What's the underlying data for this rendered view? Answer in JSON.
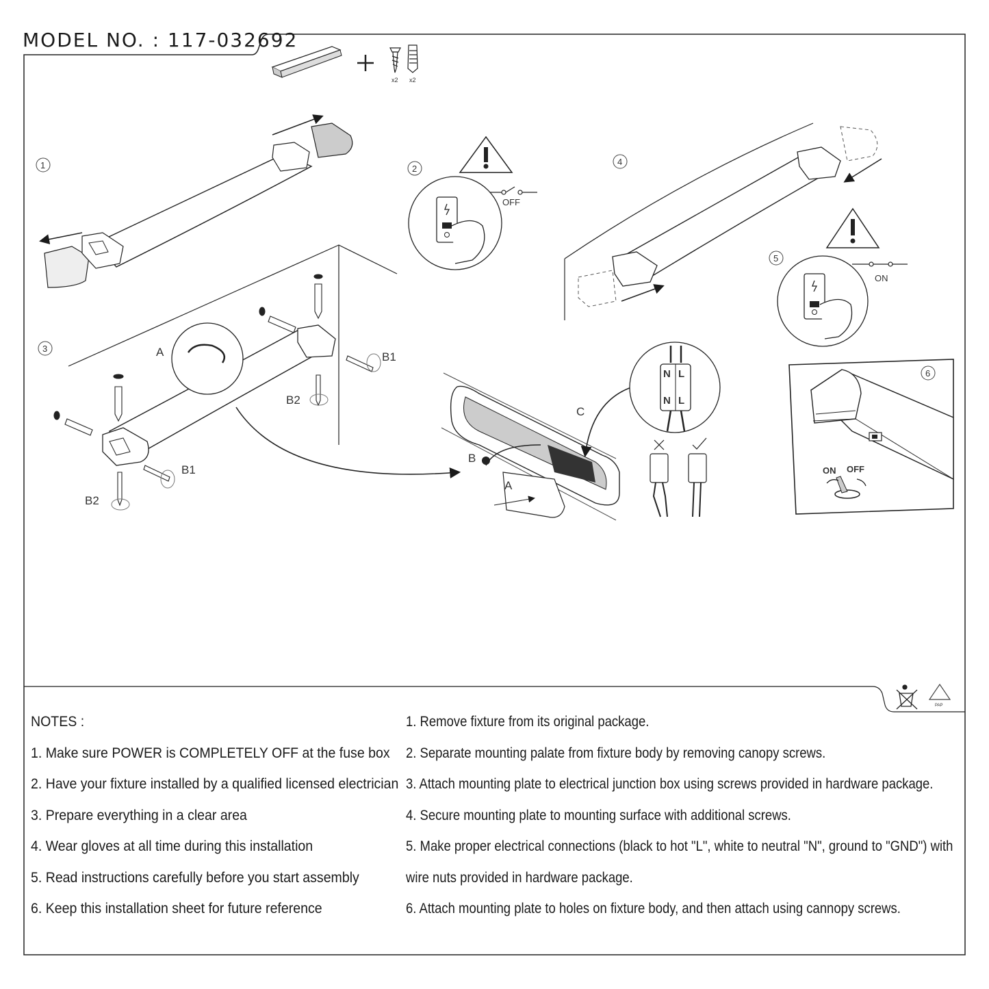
{
  "header": {
    "model": "MODEL NO. : 117-032692"
  },
  "kit": {
    "qty_screws": "x2",
    "qty_anchors": "x2"
  },
  "diagram": {
    "step_numbers": [
      "1",
      "2",
      "3",
      "4",
      "5",
      "6"
    ],
    "labels": {
      "off": "OFF",
      "on": "ON",
      "a": "A",
      "b": "B",
      "b1": "B1",
      "b2": "B2",
      "c": "C",
      "n": "N",
      "l": "L",
      "switch_on": "ON",
      "switch_off": "OFF",
      "paf": "PAP"
    }
  },
  "notes": {
    "title": "NOTES :",
    "items": [
      "1. Make sure POWER is COMPLETELY OFF at the fuse box",
      "2. Have your fixture installed by a qualified licensed electrician",
      "3. Prepare everything in a clear area",
      "4. Wear gloves at all time during this installation",
      "5. Read instructions carefully before you start assembly",
      "6. Keep this installation sheet for future reference"
    ]
  },
  "steps": {
    "items": [
      "1. Remove fixture from its original package.",
      "2. Separate mounting palate from fixture body by removing canopy screws.",
      "3. Attach mounting plate to electrical junction box using screws provided in hardware package.",
      "4. Secure mounting plate to mounting surface with additional screws.",
      "5. Make proper electrical connections (black to hot \"L\", white to neutral \"N\", ground to \"GND\") with",
      "wire nuts provided in hardware package.",
      "6. Attach mounting plate to holes on fixture body, and then attach using cannopy screws."
    ]
  }
}
